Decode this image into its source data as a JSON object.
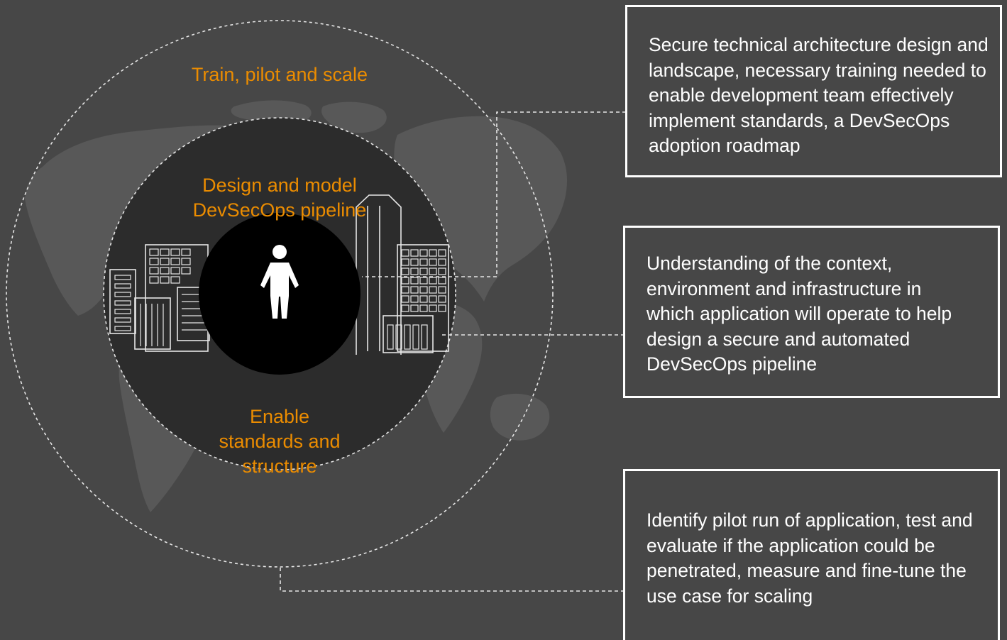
{
  "rings": {
    "outer_label": "Train, pilot and scale",
    "middle_label": "Design and model\nDevSecOps pipeline",
    "inner_label": "Enable\nstandards and\nstructure"
  },
  "boxes": [
    {
      "text": "Secure technical architecture design and landscape, necessary training needed to enable development team effectively implement standards, a DevSecOps adoption roadmap"
    },
    {
      "text": "Understanding of the context, environment and infrastructure in which application will operate to help design a secure and automated DevSecOps pipeline"
    },
    {
      "text": "Identify pilot run of application, test and evaluate if the application could be penetrated, measure and fine-tune the use case for scaling"
    }
  ],
  "icons": {
    "center": "person-icon",
    "background": "world-map-icon",
    "city": "city-skyline-icon"
  },
  "colors": {
    "background": "#474747",
    "accent": "#EB8C00",
    "inner_disc": "#000000",
    "middle_disc": "#2c2c2c",
    "text": "#ffffff",
    "map": "#5e5e5e"
  }
}
